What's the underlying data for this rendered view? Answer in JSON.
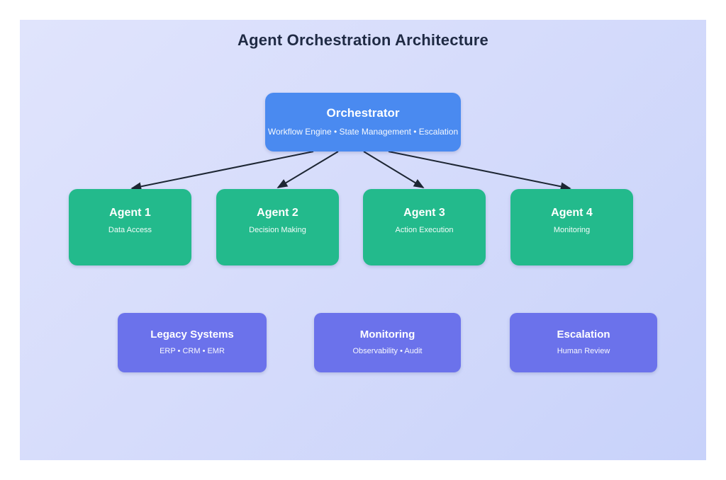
{
  "page": {
    "margin_background": "#ffffff",
    "canvas_gradient_start": "#e0e4fc",
    "canvas_gradient_end": "#c8d2fa"
  },
  "title": "Agent Orchestration Architecture",
  "colors": {
    "title_text": "#1f2a44",
    "orchestrator_node": "#4a8af0",
    "agent_node": "#23ba8c",
    "system_node": "#6b72eb",
    "node_text": "#ffffff",
    "arrow": "#1d2633"
  },
  "orchestrator": {
    "title": "Orchestrator",
    "subtitle": "Workflow Engine • State Management • Escalation"
  },
  "agents": [
    {
      "title": "Agent 1",
      "subtitle": "Data Access"
    },
    {
      "title": "Agent 2",
      "subtitle": "Decision Making"
    },
    {
      "title": "Agent 3",
      "subtitle": "Action Execution"
    },
    {
      "title": "Agent 4",
      "subtitle": "Monitoring"
    }
  ],
  "systems": [
    {
      "title": "Legacy Systems",
      "subtitle": "ERP • CRM • EMR"
    },
    {
      "title": "Monitoring",
      "subtitle": "Observability • Audit"
    },
    {
      "title": "Escalation",
      "subtitle": "Human Review"
    }
  ],
  "connections": [
    {
      "from": "Orchestrator",
      "to": "Agent 1"
    },
    {
      "from": "Orchestrator",
      "to": "Agent 2"
    },
    {
      "from": "Orchestrator",
      "to": "Agent 3"
    },
    {
      "from": "Orchestrator",
      "to": "Agent 4"
    }
  ]
}
